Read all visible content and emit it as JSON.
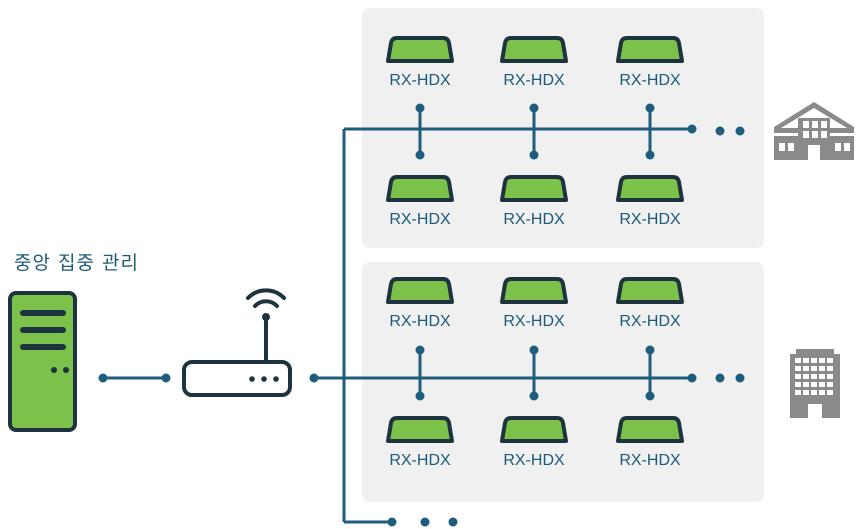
{
  "title": "중앙 집중 관리",
  "device_label": "RX-HDX",
  "colors": {
    "line": "#1e5d7c",
    "device_fill": "#7cc24a",
    "device_stroke": "#1d3440",
    "panel_bg": "#f0f0f0",
    "building": "#8a8a8a"
  },
  "icons": {
    "server": "server-icon",
    "router": "wifi-router-icon",
    "building_top": "building-columns-icon",
    "building_bottom": "office-tower-icon"
  },
  "groups": [
    {
      "name": "group-top",
      "receivers": [
        "RX-HDX",
        "RX-HDX",
        "RX-HDX",
        "RX-HDX",
        "RX-HDX",
        "RX-HDX"
      ]
    },
    {
      "name": "group-bottom",
      "receivers": [
        "RX-HDX",
        "RX-HDX",
        "RX-HDX",
        "RX-HDX",
        "RX-HDX",
        "RX-HDX"
      ]
    }
  ]
}
